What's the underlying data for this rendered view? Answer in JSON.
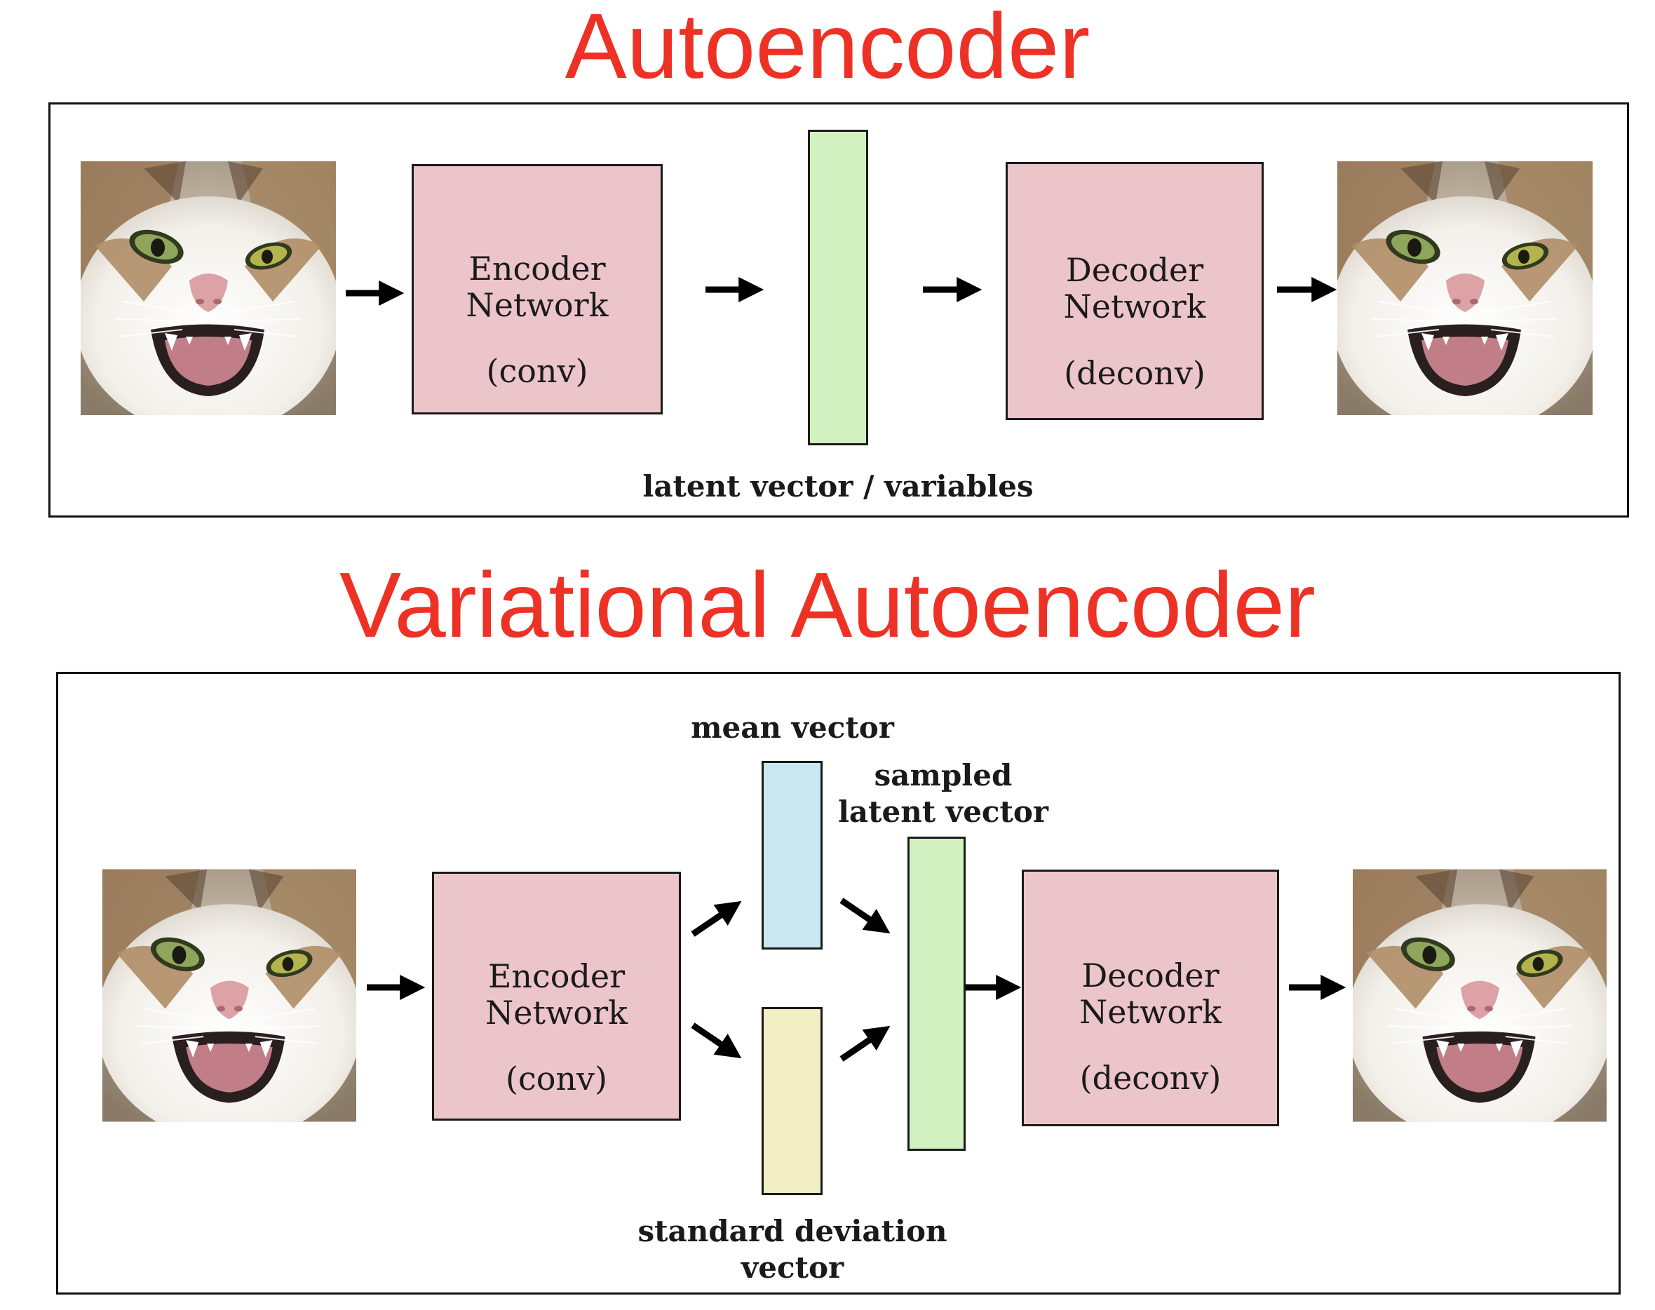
{
  "autoencoder": {
    "title": "Autoencoder",
    "encoder": {
      "line1": "Encoder",
      "line2": "Network",
      "line3": "(conv)"
    },
    "decoder": {
      "line1": "Decoder",
      "line2": "Network",
      "line3": "(deconv)"
    },
    "latent_label": "latent vector / variables"
  },
  "vae": {
    "title": "Variational Autoencoder",
    "encoder": {
      "line1": "Encoder",
      "line2": "Network",
      "line3": "(conv)"
    },
    "decoder": {
      "line1": "Decoder",
      "line2": "Network",
      "line3": "(deconv)"
    },
    "mean_label": "mean vector",
    "sampled_label_1": "sampled",
    "sampled_label_2": "latent vector",
    "std_label_1": "standard deviation",
    "std_label_2": "vector"
  },
  "colors": {
    "title": "#ee3125",
    "box_pink": "#ecc5cb",
    "latent_green": "#d1f1c0",
    "mean_blue": "#cbe7f1",
    "std_yellow": "#f3efc4"
  },
  "images": {
    "input": "cat-face-photo",
    "output": "cat-face-photo"
  }
}
